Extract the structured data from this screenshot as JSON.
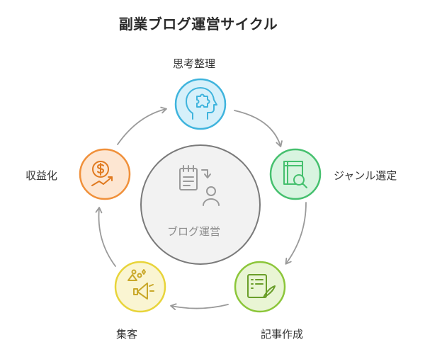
{
  "title": "副業ブログ運営サイクル",
  "center": {
    "label": "ブログ運営",
    "icon": "blog-management-icon"
  },
  "steps": [
    {
      "label": "思考整理",
      "icon": "head-puzzle-icon",
      "color": "#3fb4dd"
    },
    {
      "label": "ジャンル選定",
      "icon": "book-search-icon",
      "color": "#45c06e"
    },
    {
      "label": "記事作成",
      "icon": "document-quill-icon",
      "color": "#8cc63a"
    },
    {
      "label": "集客",
      "icon": "megaphone-icon",
      "color": "#e8d43a"
    },
    {
      "label": "収益化",
      "icon": "dollar-growth-icon",
      "color": "#f0903a"
    }
  ],
  "colors": {
    "center_fill": "#f2f2f2",
    "center_stroke": "#7a7a7a",
    "arrow": "#9a9a9a"
  }
}
